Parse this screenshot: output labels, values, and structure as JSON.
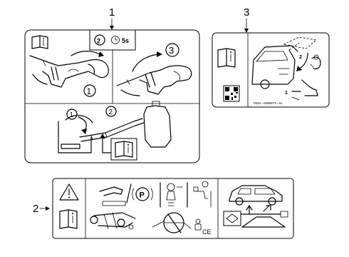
{
  "callouts": [
    {
      "id": "callout-1",
      "text": "1"
    },
    {
      "id": "callout-2",
      "text": "2"
    },
    {
      "id": "callout-3",
      "text": "3"
    }
  ],
  "label_1": {
    "step_top": "2",
    "time_text": "5s",
    "step_a": "1",
    "step_b": "3",
    "bottom_step_1": "1",
    "bottom_step_2": "2"
  },
  "label_3": {
    "step_a": "1",
    "step_b": "2",
    "part_code": "DU5A-A0000TG-AA"
  },
  "label_2": {
    "p_symbol": "P",
    "ce_mark": "CE"
  },
  "icons": [
    "owner-manual-icon",
    "warning-triangle-icon",
    "fuel-nozzle-icon",
    "clock-icon",
    "fuel-can-icon",
    "vehicle-icon",
    "qr-code-icon",
    "parking-brake-icon",
    "steering-wheel-icon"
  ]
}
